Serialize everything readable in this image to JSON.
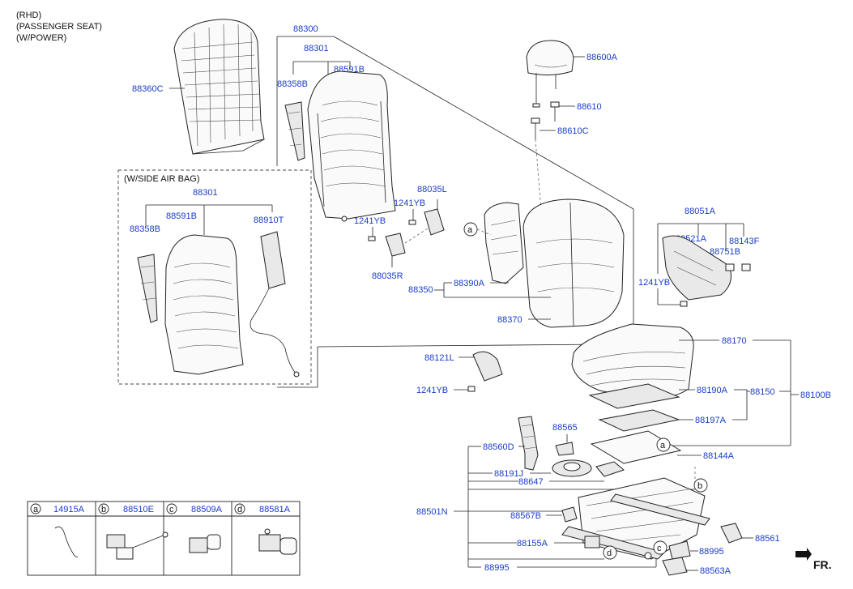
{
  "header": {
    "line1": "(RHD)",
    "line2": "(PASSENGER SEAT)",
    "line3": "(W/POWER)"
  },
  "side_airbag_box": {
    "title": "(W/SIDE AIR BAG)"
  },
  "direction": {
    "label": "FR."
  },
  "callouts": {
    "a": "a",
    "b": "b",
    "c": "c",
    "d": "d"
  },
  "labels": {
    "p88300": "88300",
    "p88301_top": "88301",
    "p88591B_top": "88591B",
    "p88358B_top": "88358B",
    "p88360C": "88360C",
    "p88600A": "88600A",
    "p88610": "88610",
    "p88610C": "88610C",
    "p88301_box": "88301",
    "p88591B_box": "88591B",
    "p88358B_box": "88358B",
    "p88910T": "88910T",
    "p88035L": "88035L",
    "p1241YB_a": "1241YB",
    "p1241YB_b": "1241YB",
    "p88035R": "88035R",
    "p88390A": "88390A",
    "p88350": "88350",
    "p88370": "88370",
    "p88051A": "88051A",
    "p88521A": "88521A",
    "p88143F": "88143F",
    "p88751B": "88751B",
    "p1241YB_c": "1241YB",
    "p88170": "88170",
    "p88121L": "88121L",
    "p1241YB_d": "1241YB",
    "p88190A": "88190A",
    "p88150": "88150",
    "p88100B": "88100B",
    "p88197A": "88197A",
    "p88565": "88565",
    "p88560D": "88560D",
    "p88144A": "88144A",
    "p88191J": "88191J",
    "p88647": "88647",
    "p88501N": "88501N",
    "p88567B": "88567B",
    "p88155A": "88155A",
    "p88561": "88561",
    "p88995_a": "88995",
    "p88995_b": "88995",
    "p88563A": "88563A"
  },
  "legend": [
    {
      "letter": "a",
      "code": "14915A",
      "icon": "wire-clip-icon"
    },
    {
      "letter": "b",
      "code": "88510E",
      "icon": "motor-drive-icon"
    },
    {
      "letter": "c",
      "code": "88509A",
      "icon": "small-motor-icon"
    },
    {
      "letter": "d",
      "code": "88581A",
      "icon": "actuator-motor-icon"
    }
  ]
}
